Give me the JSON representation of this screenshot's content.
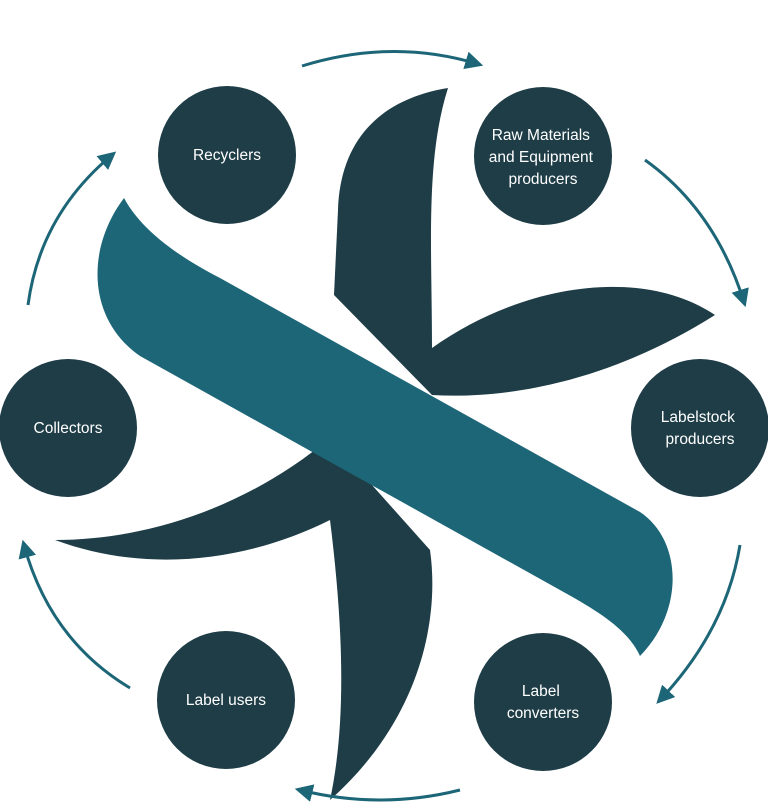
{
  "diagram": {
    "nodes": [
      {
        "id": "recyclers",
        "lines": [
          "Recyclers"
        ]
      },
      {
        "id": "raw-materials",
        "lines": [
          "Raw Materials",
          "and Equipment",
          "producers"
        ]
      },
      {
        "id": "labelstock",
        "lines": [
          "Labelstock",
          "producers"
        ]
      },
      {
        "id": "label-converters",
        "lines": [
          "Label",
          "converters"
        ]
      },
      {
        "id": "label-users",
        "lines": [
          "Label users"
        ]
      },
      {
        "id": "collectors",
        "lines": [
          "Collectors"
        ]
      }
    ],
    "flow": [
      "recyclers",
      "raw-materials",
      "labelstock",
      "label-converters",
      "label-users",
      "collectors",
      "recyclers"
    ]
  },
  "colors": {
    "node_fill": "#1e3d47",
    "dark_shape": "#1e3d47",
    "accent_band": "#1c6677",
    "arrow": "#1c6677"
  }
}
